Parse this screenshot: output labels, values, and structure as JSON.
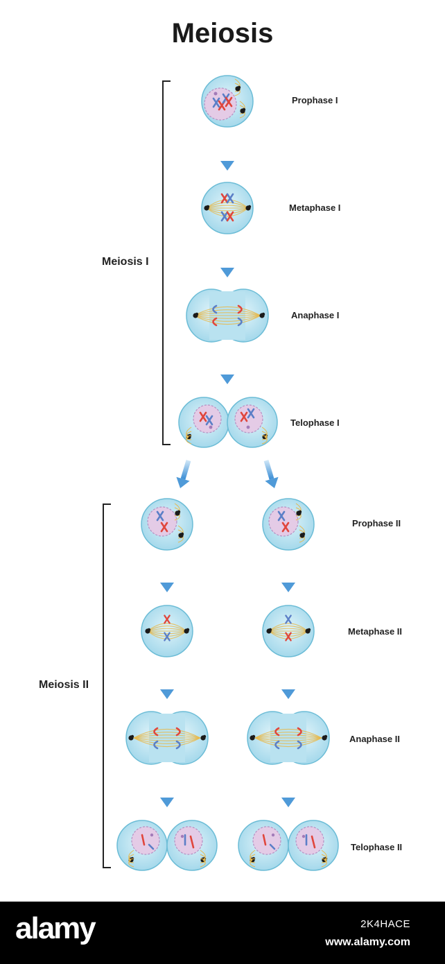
{
  "title": "Meiosis",
  "groups": {
    "meiosis1": "Meiosis I",
    "meiosis2": "Meiosis II"
  },
  "stages": {
    "prophase1": "Prophase I",
    "metaphase1": "Metaphase I",
    "anaphase1": "Anaphase I",
    "telophase1": "Telophase I",
    "prophase2": "Prophase II",
    "metaphase2": "Metaphase II",
    "anaphase2": "Anaphase II",
    "telophase2": "Telophase II"
  },
  "colors": {
    "cell_fill": "#bfe6f2",
    "cell_stroke": "#6bbcd6",
    "nucleus_fill": "#e4cbe6",
    "nucleus_stroke": "#b58fc2",
    "spindle": "#e8b84a",
    "chrom_red": "#e0463c",
    "chrom_blue": "#5b7fc7",
    "arrow": "#4f9ad8"
  },
  "footer": {
    "logo": "alamy",
    "image_id": "2K4HACE",
    "site": "www.alamy.com"
  }
}
